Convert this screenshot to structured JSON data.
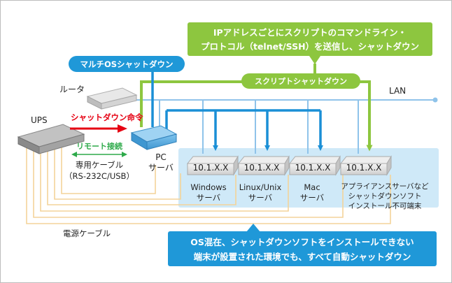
{
  "colors": {
    "blue": "#1a8fd6",
    "green": "#8dc63f",
    "red": "#e60012",
    "lan": "#8fc3ea",
    "power": "#f3d49a",
    "panel": "#cfe9f8",
    "green_box": "#8dc63f",
    "blue_box": "#1f98d8"
  },
  "callouts": {
    "script_line1": "IPアドレスごとにスクリプトのコマンドライン・",
    "script_line2": "プロトコル（telnet/SSH）を送信し、シャットダウン",
    "multi_os": "マルチOSシャットダウン",
    "script_shutdown": "スクリプトシャットダウン",
    "bottom_line1": "OS混在、シャットダウンソフトをインストールできない",
    "bottom_line2": "端末が設置された環境でも、すべて自動シャットダウン"
  },
  "labels": {
    "router": "ルータ",
    "lan": "LAN",
    "ups": "UPS",
    "shutdown_cmd": "シャットダウン命令",
    "remote": "リモート接続",
    "cable_line1": "専用ケーブル",
    "cable_line2": "（RS-232C/USB）",
    "pc_line1": "PC",
    "pc_line2": "サーバ",
    "power_cable": "電源ケーブル"
  },
  "servers": [
    {
      "ip": "10.1.X.X",
      "name_line1": "Windows",
      "name_line2": "サーバ",
      "name_line3": ""
    },
    {
      "ip": "10.1.X.X",
      "name_line1": "Linux/Unix",
      "name_line2": "サーバ",
      "name_line3": ""
    },
    {
      "ip": "10.1.X.X",
      "name_line1": "Mac",
      "name_line2": "サーバ",
      "name_line3": ""
    },
    {
      "ip": "10.1.X.X",
      "name_line1": "アプライアンスサーバなど",
      "name_line2": "シャットダウンソフト",
      "name_line3": "インストール不可端末"
    }
  ]
}
